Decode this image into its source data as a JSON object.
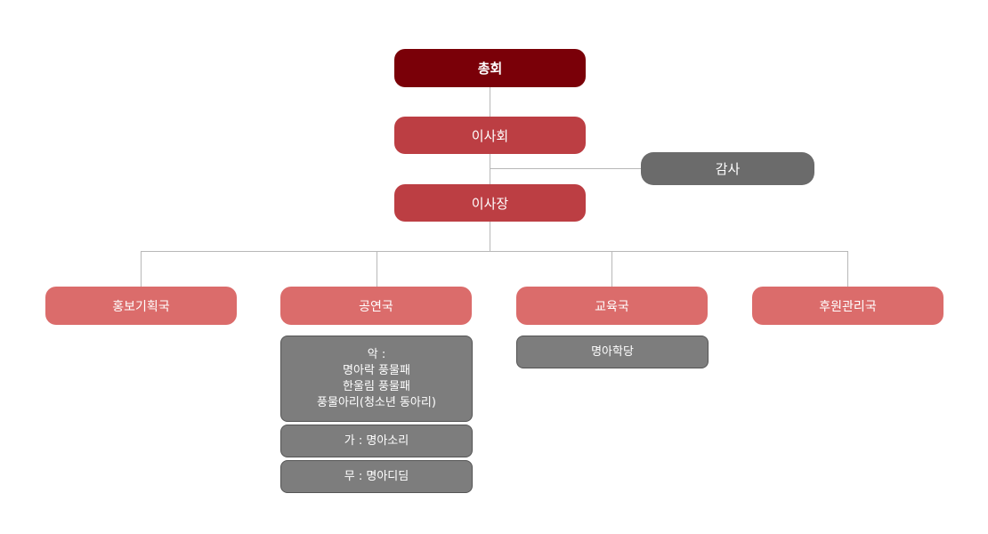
{
  "org": {
    "general_assembly": "총회",
    "board": "이사회",
    "audit": "감사",
    "chairman": "이사장",
    "departments": [
      {
        "label": "홍보기획국"
      },
      {
        "label": "공연국",
        "subunits": [
          {
            "lines": [
              "악 :",
              "명아락 풍물패",
              "한울림 풍물패",
              "풍물아리(청소년 동아리)"
            ]
          },
          {
            "lines": [
              "가 : 명아소리"
            ]
          },
          {
            "lines": [
              "무 : 명아디딤"
            ]
          }
        ]
      },
      {
        "label": "교육국",
        "subunits": [
          {
            "lines": [
              "명아학당"
            ]
          }
        ]
      },
      {
        "label": "후원관리국"
      }
    ]
  }
}
